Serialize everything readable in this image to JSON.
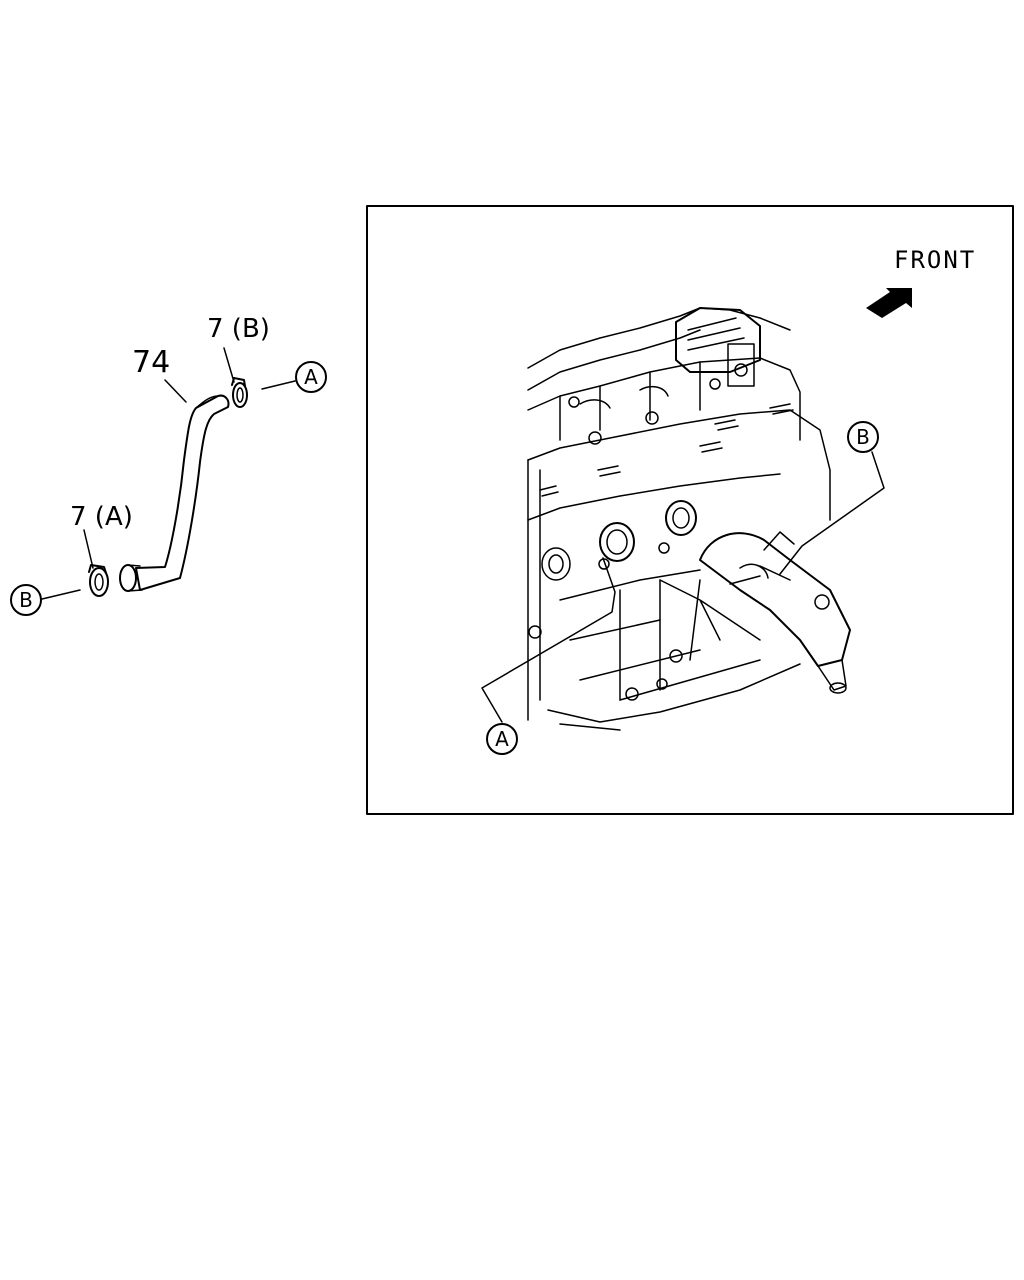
{
  "parts": {
    "hose": {
      "number": "74"
    },
    "clamp_b": {
      "label": "7 (B)"
    },
    "clamp_a": {
      "label": "7 (A)"
    }
  },
  "connection_markers": {
    "a": "A",
    "b": "B"
  },
  "inset": {
    "direction_label": "FRONT"
  },
  "colors": {
    "ink": "#000000",
    "background": "#ffffff"
  }
}
